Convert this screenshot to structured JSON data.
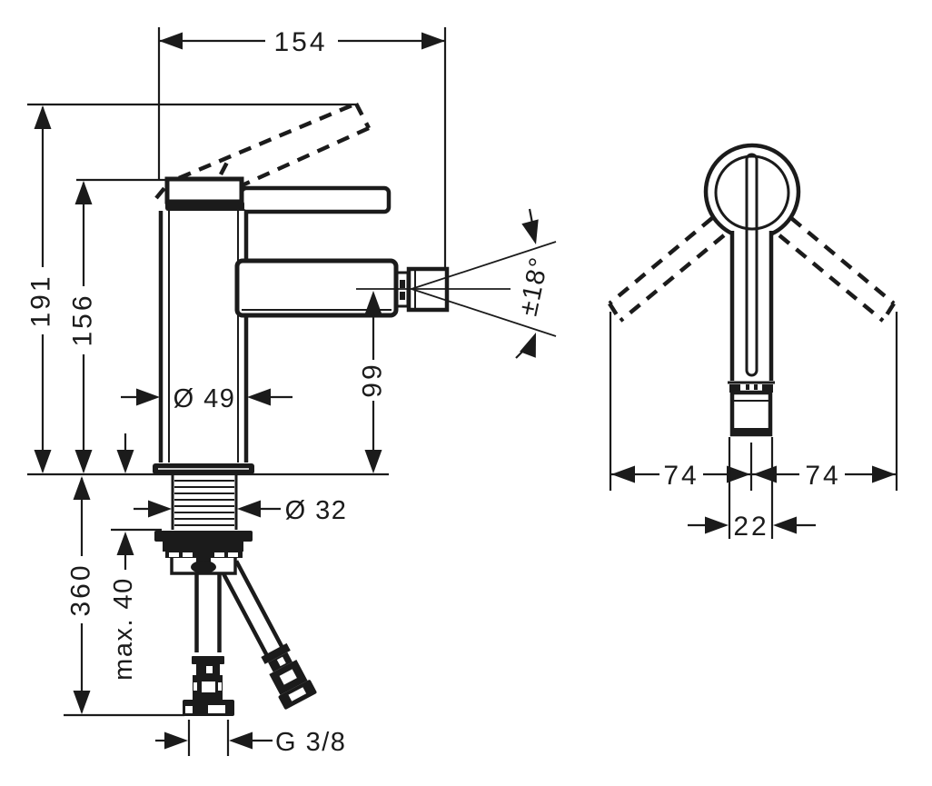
{
  "drawing": {
    "kind": "technical-dimension-drawing",
    "subject": "single-lever bidet/basin mixer, front view and side view",
    "line_color": "#1b1b1b",
    "background_color": "#ffffff",
    "front_view": {
      "dimensions": {
        "width_total": "154",
        "height_total": "191",
        "height_to_handle": "156",
        "body_diameter": "Ø 49",
        "spout_height": "99",
        "spout_angle": "±18°",
        "thread_diameter": "Ø 32",
        "max_mounting_thickness": "max. 40",
        "hose_length": "360",
        "connection_thread": "G 3/8"
      }
    },
    "side_view": {
      "dimensions": {
        "handle_swing_left": "74",
        "handle_swing_right": "74",
        "spout_width": "22"
      }
    }
  }
}
